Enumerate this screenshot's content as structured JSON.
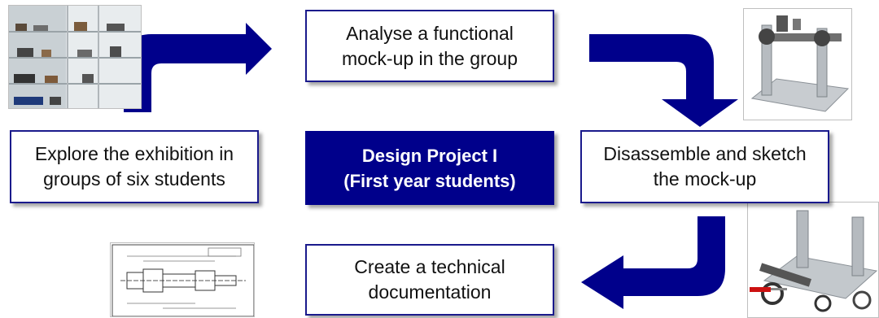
{
  "steps": {
    "analyse": {
      "line1": "Analyse a functional",
      "line2": "mock-up in the group"
    },
    "explore": {
      "line1": "Explore the exhibition in",
      "line2": "groups of six students"
    },
    "disassemble": {
      "line1": "Disassemble and sketch",
      "line2": "the mock-up"
    },
    "document": {
      "line1": "Create a technical",
      "line2": "documentation"
    }
  },
  "center": {
    "line1": "Design Project I",
    "line2": "(First year students)"
  },
  "photos": {
    "exhibition": "exhibition-showcase-photo",
    "mockup": "functional-mockup-photo",
    "drawing": "technical-drawing-photo",
    "disassembled": "disassembled-mockup-photo"
  },
  "colors": {
    "arrow": "#00008b",
    "border": "#1a1a8c",
    "center_bg": "#00008b",
    "center_text": "#ffffff"
  }
}
